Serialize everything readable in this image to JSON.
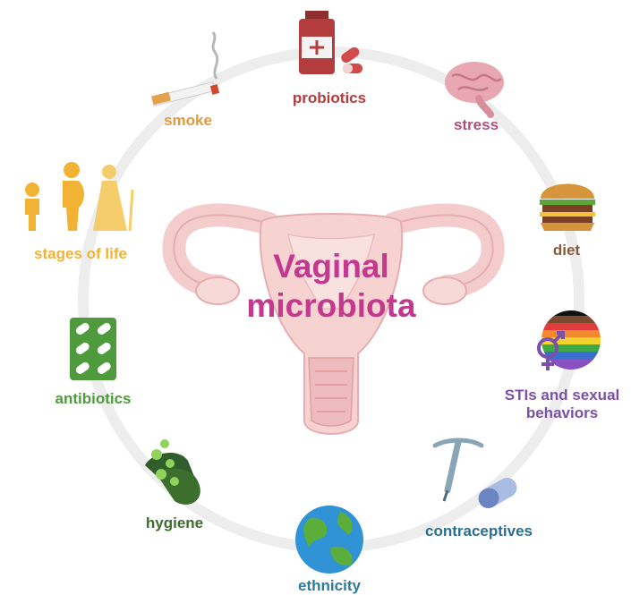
{
  "title": {
    "line1": "Vaginal",
    "line2": "microbiota",
    "color": "#c4388f"
  },
  "factors": {
    "probiotics": {
      "label": "probiotics",
      "color": "#b33c3c",
      "icon": "medicine-bottle-pills-icon"
    },
    "stress": {
      "label": "stress",
      "color": "#b04f7d",
      "icon": "brain-icon"
    },
    "diet": {
      "label": "diet",
      "color": "#8b5a3c",
      "icon": "burger-icon"
    },
    "stis": {
      "label_line1": "STIs and sexual",
      "label_line2": "behaviors",
      "color": "#7b50a8",
      "icon": "gender-rainbow-icon"
    },
    "contraceptives": {
      "label": "contraceptives",
      "color": "#2a6f8f",
      "icon": "iud-pill-icon"
    },
    "ethnicity": {
      "label": "ethnicity",
      "color": "#2a7b9b",
      "icon": "globe-icon"
    },
    "hygiene": {
      "label": "hygiene",
      "color": "#3c6e2e",
      "icon": "handwashing-icon"
    },
    "antibiotics": {
      "label": "antibiotics",
      "color": "#4f9a3c",
      "icon": "pill-blister-icon"
    },
    "stages": {
      "label": "stages of life",
      "color": "#f2b233",
      "icon": "life-stages-icon"
    },
    "smoke": {
      "label": "smoke",
      "color": "#e39a3a",
      "icon": "cigarette-icon"
    }
  }
}
